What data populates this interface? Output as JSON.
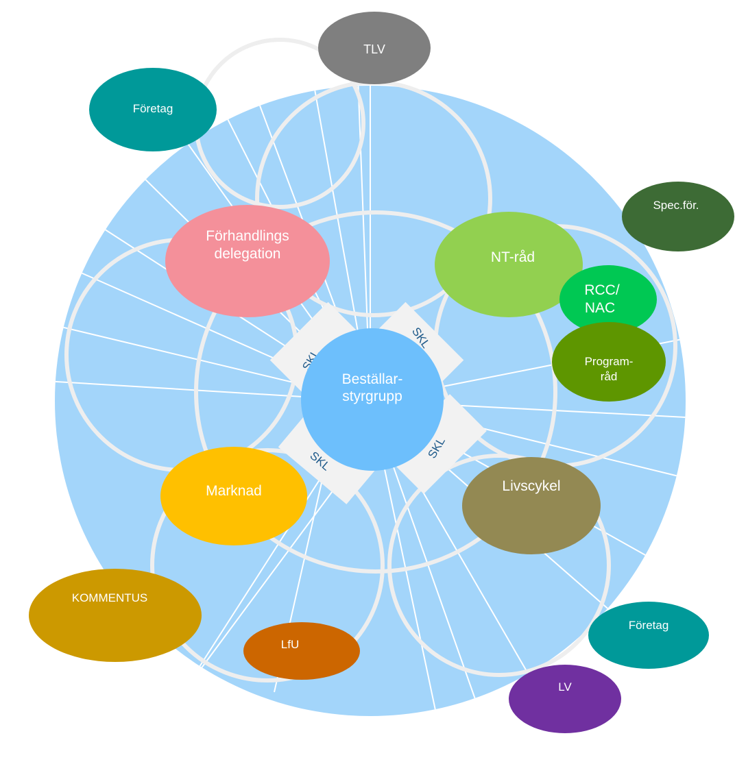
{
  "center": {
    "label_line1": "Beställar-",
    "label_line2": "styrgrupp"
  },
  "skl": [
    "SKL",
    "SKL",
    "SKL",
    "SKL"
  ],
  "nodes": {
    "tlv": "TLV",
    "foretag_top": "Företag",
    "spec_for": "Spec.för.",
    "forhandlings_line1": "Förhandlings",
    "forhandlings_line2": "delegation",
    "nt_rad": "NT-råd",
    "rcc_line1": "RCC/",
    "rcc_line2": "NAC",
    "program_line1": "Program-",
    "program_line2": "råd",
    "marknad": "Marknad",
    "livscykel": "Livscykel",
    "kommentus": "KOMMENTUS",
    "lfu": "LfU",
    "foretag_bottom": "Företag",
    "lv": "LV"
  },
  "colors": {
    "background_circle": "#a3d5fa",
    "ring_stroke": "#eeeeee",
    "center": "#6dbffc",
    "skl_box": "#f2f2f2",
    "skl_text": "#1f5a8a",
    "tlv": "#7f7f7f",
    "foretag": "#009999",
    "spec_for": "#3d6b35",
    "forhandlings": "#f4909a",
    "nt_rad": "#92d050",
    "rcc": "#00c853",
    "program": "#5e9600",
    "marknad": "#ffc000",
    "livscykel": "#938953",
    "kommentus": "#cc9900",
    "lfu": "#cc6600",
    "lv": "#7030a0"
  }
}
